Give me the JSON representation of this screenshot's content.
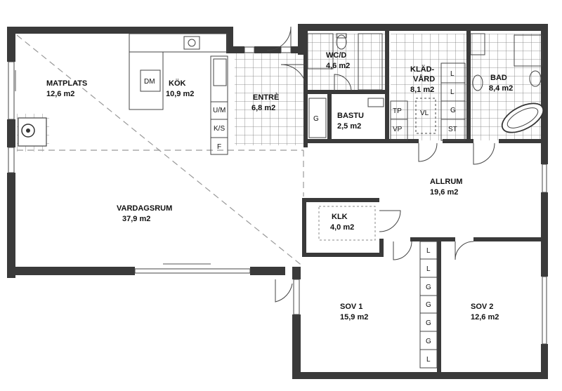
{
  "rooms": {
    "matplats": {
      "name": "MATPLATS",
      "area": "12,6 m2"
    },
    "kok": {
      "name": "KÖK",
      "area": "10,9 m2"
    },
    "entre": {
      "name": "ENTRÈ",
      "area": "6,8 m2"
    },
    "wcd": {
      "name": "WC/D",
      "area": "4,6 m2"
    },
    "kladvard": {
      "name_line1": "KLÄD-",
      "name_line2": "VÅRD",
      "area": "8,1 m2"
    },
    "bad": {
      "name": "BAD",
      "area": "8,4 m2"
    },
    "bastu": {
      "name": "BASTU",
      "area": "2,5 m2"
    },
    "allrum": {
      "name": "ALLRUM",
      "area": "19,6 m2"
    },
    "vardagsrum": {
      "name": "VARDAGSRUM",
      "area": "37,9 m2"
    },
    "klk": {
      "name": "KLK",
      "area": "4,0 m2"
    },
    "sov1": {
      "name": "SOV 1",
      "area": "15,9 m2"
    },
    "sov2": {
      "name": "SOV 2",
      "area": "12,6 m2"
    }
  },
  "fixtures": {
    "kitchen": {
      "dm": "DM",
      "um": "U/M",
      "ks": "K/S",
      "f": "F"
    },
    "entre": {
      "g": "G"
    },
    "kladvard": {
      "l1": "L",
      "l2": "L",
      "tp": "TP",
      "vl": "VL",
      "g": "G",
      "vp": "VP",
      "st": "ST"
    },
    "wardrobe": [
      "L",
      "L",
      "G",
      "G",
      "G",
      "G",
      "L"
    ]
  }
}
